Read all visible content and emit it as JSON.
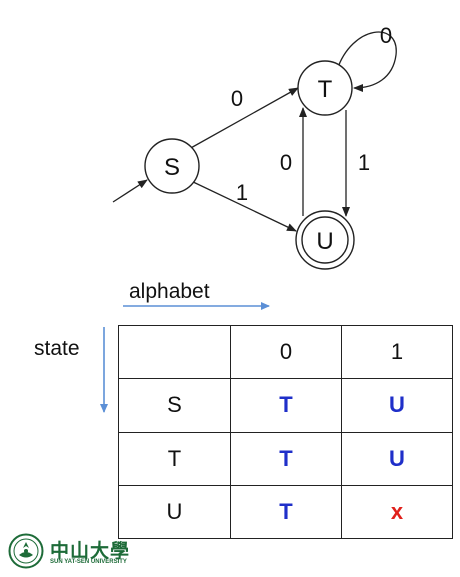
{
  "diagram": {
    "states": [
      {
        "id": "S",
        "label": "S",
        "start": true,
        "accept": false
      },
      {
        "id": "T",
        "label": "T",
        "start": false,
        "accept": false
      },
      {
        "id": "U",
        "label": "U",
        "start": false,
        "accept": true
      }
    ],
    "transitions": [
      {
        "from": "S",
        "to": "T",
        "label": "0"
      },
      {
        "from": "S",
        "to": "U",
        "label": "1"
      },
      {
        "from": "T",
        "to": "T",
        "label": "0"
      },
      {
        "from": "T",
        "to": "U",
        "label": "1"
      },
      {
        "from": "U",
        "to": "T",
        "label": "0"
      }
    ]
  },
  "table": {
    "axis_columns": "alphabet",
    "axis_rows": "state",
    "header": [
      "",
      "0",
      "1"
    ],
    "rows": [
      {
        "state": "S",
        "on0": "T",
        "on1": "U"
      },
      {
        "state": "T",
        "on0": "T",
        "on1": "U"
      },
      {
        "state": "U",
        "on0": "T",
        "on1": "x"
      }
    ]
  },
  "colors": {
    "arrow_blue": "#5b8fd6",
    "entry_blue": "#1f2fc9",
    "entry_red": "#e0201b",
    "logo_green": "#1d6b38"
  },
  "logo": {
    "name_zh": "中山大學",
    "name_en": "SUN YAT-SEN UNIVERSITY"
  }
}
